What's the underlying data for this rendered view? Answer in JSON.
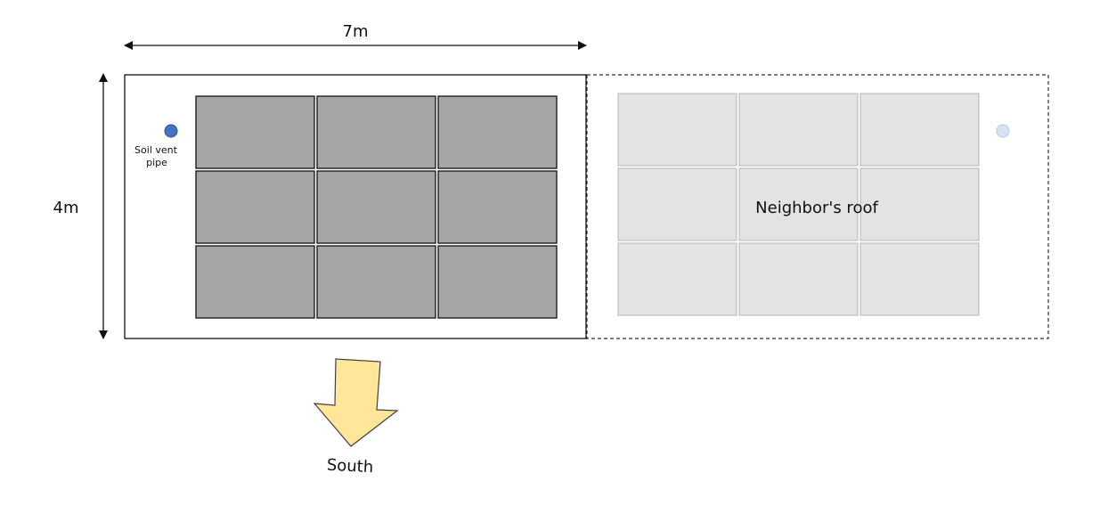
{
  "dimensions": {
    "width_label": "7m",
    "height_label": "4m"
  },
  "vent_pipe": {
    "label_line1": "Soil vent",
    "label_line2": "pipe"
  },
  "neighbor": {
    "label": "Neighbor's roof"
  },
  "direction": {
    "label": "South"
  },
  "panels": {
    "own_rows": 3,
    "own_cols": 3,
    "neighbor_rows": 3,
    "neighbor_cols": 3
  },
  "colors": {
    "own_panel_fill": "#a6a6a6",
    "own_panel_stroke": "#111111",
    "neighbor_panel_fill": "#e3e3e3",
    "neighbor_panel_stroke": "#b5b5b5",
    "vent_pipe": "#4472c4",
    "neighbor_vent_pipe": "#d9e2f3",
    "arrow_fill": "#ffe699",
    "arrow_stroke": "#404040"
  }
}
